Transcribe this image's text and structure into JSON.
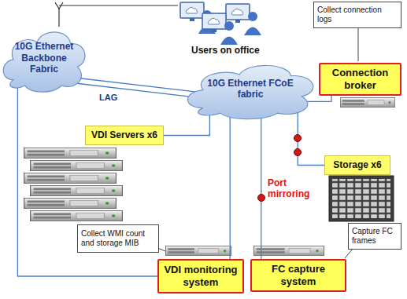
{
  "diagram": {
    "nodes": [
      {
        "text": [
          "10G Ethernet Backbone Fabric"
        ]
      },
      {
        "text": [
          "Collect connection logs"
        ]
      },
      {
        "text": [
          "Connection broker"
        ]
      },
      {
        "text": [
          "10G Ethernet FCoE fabric"
        ]
      },
      {
        "text": [
          "VDI Servers x6"
        ]
      },
      {
        "text": [
          "Storage x6"
        ]
      },
      {
        "text": [
          "Collect WMI count and storage MIB"
        ]
      },
      {
        "text": [
          "Capture FC frames"
        ]
      },
      {
        "text": [
          "VDI monitoring system"
        ]
      },
      {
        "text": [
          "FC capture system"
        ]
      }
    ],
    "edges": [
      {
        "from": 0,
        "to": 3,
        "arrow": "none",
        "label": "LAG"
      },
      {
        "from": 3,
        "to": 2,
        "arrow": "none"
      },
      {
        "from": 3,
        "to": 4,
        "arrow": "none"
      },
      {
        "from": 3,
        "to": 5,
        "arrow": "none"
      },
      {
        "from": 3,
        "to": 8,
        "arrow": "none"
      },
      {
        "from": 3,
        "to": 9,
        "arrow": "none"
      },
      {
        "from": 0,
        "to": 8,
        "arrow": "none"
      }
    ],
    "labels": [
      "Users on office",
      "Port mirroring"
    ]
  }
}
